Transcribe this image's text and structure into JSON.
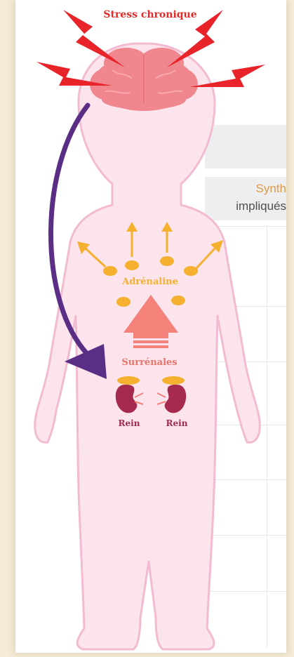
{
  "labels": {
    "stress": "Stress chronique",
    "adrenaline": "Adrénaline",
    "surrenales": "Surrénales",
    "rein_left": "Rein",
    "rein_right": "Rein"
  },
  "background_text": {
    "line1": "Synth",
    "line2": "impliqués"
  },
  "colors": {
    "page_background": "#f5ebd6",
    "body_fill": "#fbe4ec",
    "body_outline": "#f2bbd2",
    "brain": "#f0878f",
    "lightning": "#e8232a",
    "stress_text": "#e22b27",
    "adrenaline": "#f5b02f",
    "up_arrow": "#f4827a",
    "surrenales_text": "#e9736a",
    "kidney": "#a62a4e",
    "rein_text": "#a0284a",
    "curved_arrow": "#5b2e86"
  },
  "icons": [
    "lightning-bolt-icon",
    "brain-icon",
    "kidney-icon"
  ]
}
